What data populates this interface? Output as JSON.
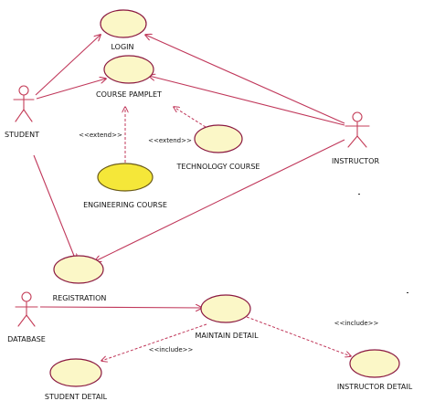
{
  "use_cases": {
    "login": "LOGIN",
    "course_pamplet": "COURSE PAMPLET",
    "technology_course": "TECHNOLOGY COURSE",
    "engineering_course": "ENGINEERING COURSE",
    "registration": "REGISTRATION",
    "maintain_detail": "MAINTAIN DETAIL",
    "student_detail": "STUDENT DETAIL",
    "instructor_detail": "INSTRUCTOR DETAIL"
  },
  "actors": {
    "student": "STUDENT",
    "instructor": "INSTRUCTOR",
    "database": "DATABASE"
  },
  "relationships": {
    "extend_engineering": "<<extend>>",
    "extend_technology": "<<extend>>",
    "include_student_detail": "<<include>>",
    "include_instructor_detail": "<<include>>"
  }
}
